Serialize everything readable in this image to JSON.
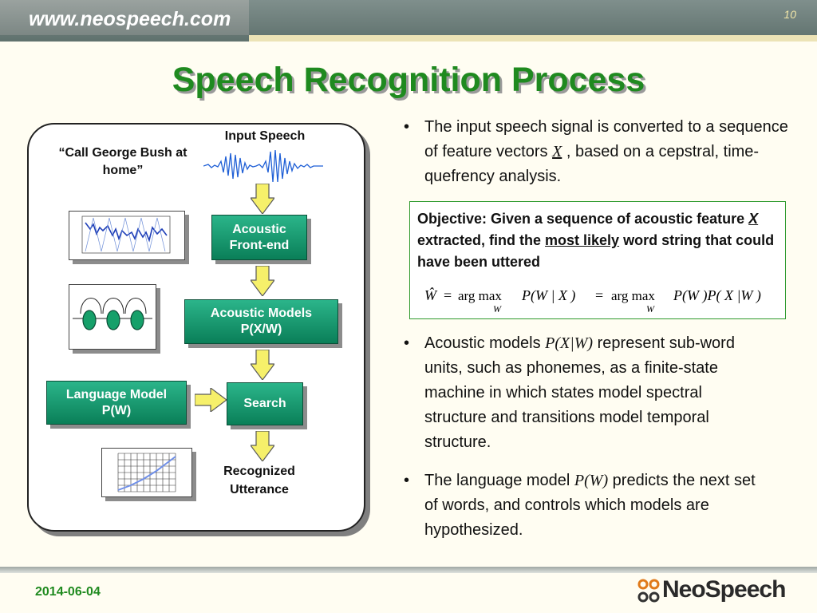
{
  "header": {
    "site": "www.neospeech.com",
    "page_number": "10"
  },
  "title": "Speech Recognition Process",
  "diagram": {
    "quote": "“Call George Bush at home”",
    "input_label": "Input Speech",
    "front_end": "Acoustic Front-end",
    "acoustic_models_line1": "Acoustic Models",
    "acoustic_models_line2": "P(X/W)",
    "language_model_line1": "Language Model",
    "language_model_line2": "P(W)",
    "search": "Search",
    "output_label": "Recognized Utterance"
  },
  "bullets": {
    "b1_a": "The input speech signal is converted to a sequence of feature vectors ",
    "b1_var": "X",
    "b1_b": " , based on a cepstral, time-quefrency analysis.",
    "b2_a": "Acoustic models ",
    "b2_var": "P(X|W)",
    "b2_b": " represent sub-word units, such as phonemes, as a finite-state machine in which states model spectral structure and transitions model temporal structure.",
    "b3_a": "The language model ",
    "b3_var": "P(W)",
    "b3_b": " predicts the next set of words, and controls which models are hypothesized."
  },
  "objective": {
    "line_a": "Objective:  Given a sequence of acoustic feature ",
    "var": "X",
    "line_b": " extracted, find the ",
    "emph": "most likely",
    "line_c": " word string that could have been uttered",
    "formula": {
      "lhs": "Ŵ",
      "eq": "=",
      "argmax": "arg max",
      "sub": "W",
      "mid": "P(W | X )",
      "rhs": "P(W )P( X |W )"
    }
  },
  "footer": {
    "date": "2014-06-04",
    "logo": "NeoSpeech"
  },
  "colors": {
    "accent_green": "#1f8a1f",
    "box_green": "#0a7f58",
    "arrow_yellow": "#f6f06a"
  }
}
